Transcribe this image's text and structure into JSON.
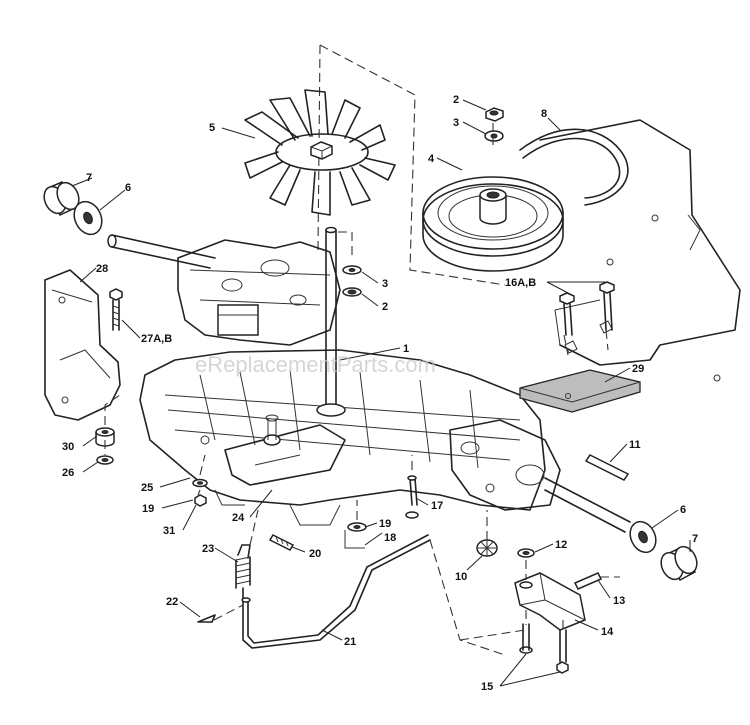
{
  "watermark": "eReplacementParts.com",
  "callouts": [
    {
      "id": "c2a",
      "text": "2"
    },
    {
      "id": "c3a",
      "text": "3"
    },
    {
      "id": "c8",
      "text": "8"
    },
    {
      "id": "c5",
      "text": "5"
    },
    {
      "id": "c4",
      "text": "4"
    },
    {
      "id": "c7a",
      "text": "7"
    },
    {
      "id": "c6a",
      "text": "6"
    },
    {
      "id": "c3b",
      "text": "3"
    },
    {
      "id": "c2b",
      "text": "2"
    },
    {
      "id": "c16",
      "text": "16A,B"
    },
    {
      "id": "c28",
      "text": "28"
    },
    {
      "id": "c27",
      "text": "27A,B"
    },
    {
      "id": "c1",
      "text": "1"
    },
    {
      "id": "c29",
      "text": "29"
    },
    {
      "id": "c30",
      "text": "30"
    },
    {
      "id": "c26",
      "text": "26"
    },
    {
      "id": "c25",
      "text": "25"
    },
    {
      "id": "c19a",
      "text": "19"
    },
    {
      "id": "c31",
      "text": "31"
    },
    {
      "id": "c24",
      "text": "24"
    },
    {
      "id": "c11",
      "text": "11"
    },
    {
      "id": "c17",
      "text": "17"
    },
    {
      "id": "c19b",
      "text": "19"
    },
    {
      "id": "c18",
      "text": "18"
    },
    {
      "id": "c6b",
      "text": "6"
    },
    {
      "id": "c7b",
      "text": "7"
    },
    {
      "id": "c23",
      "text": "23"
    },
    {
      "id": "c20",
      "text": "20"
    },
    {
      "id": "c12",
      "text": "12"
    },
    {
      "id": "c10",
      "text": "10"
    },
    {
      "id": "c22",
      "text": "22"
    },
    {
      "id": "c13",
      "text": "13"
    },
    {
      "id": "c21",
      "text": "21"
    },
    {
      "id": "c14",
      "text": "14"
    },
    {
      "id": "c15",
      "text": "15"
    }
  ]
}
